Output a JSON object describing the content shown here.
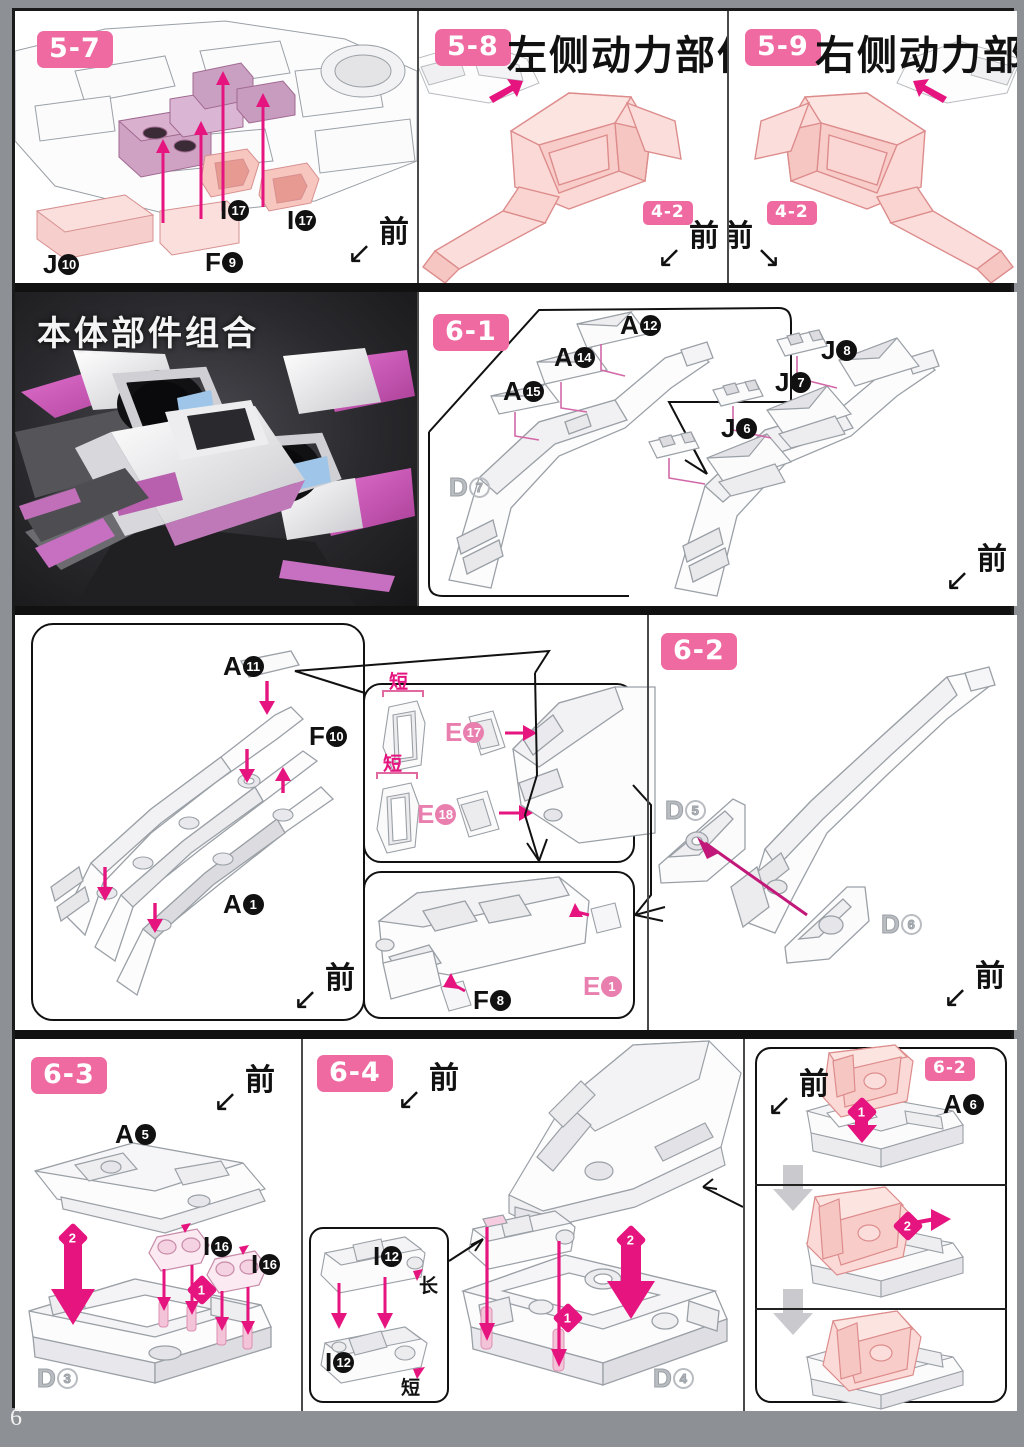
{
  "page": {
    "number": "6",
    "frame_color": "#8d9095",
    "accent_color": "#ef6aa0",
    "arrow_color": "#e5147f"
  },
  "labels": {
    "front": "前",
    "front_arrow_left": "↙",
    "front_arrow_right": "↘",
    "short": "短",
    "long": "长"
  },
  "panels": {
    "p57": {
      "badge": "5-7",
      "parts": [
        {
          "letter": "J",
          "num": "10"
        },
        {
          "letter": "F",
          "num": "9"
        },
        {
          "letter": "I",
          "num": "17"
        },
        {
          "letter": "I",
          "num": "17"
        }
      ],
      "front": "前"
    },
    "p58": {
      "badge": "5-8",
      "title": "左侧动力部件",
      "ref_badge": "4-2",
      "front": "前"
    },
    "p59": {
      "badge": "5-9",
      "title": "右侧动力部件",
      "ref_badge": "4-2",
      "front": "前"
    },
    "photo": {
      "title": "本体部件组合"
    },
    "p61": {
      "badge": "6-1",
      "parts_left": [
        {
          "letter": "A",
          "num": "15"
        },
        {
          "letter": "A",
          "num": "14"
        },
        {
          "letter": "A",
          "num": "12"
        }
      ],
      "parts_right": [
        {
          "letter": "J",
          "num": "6"
        },
        {
          "letter": "J",
          "num": "7"
        },
        {
          "letter": "J",
          "num": "8"
        }
      ],
      "base": {
        "letter": "D",
        "num": "7"
      },
      "front": "前"
    },
    "p62_left": {
      "parts": [
        {
          "letter": "A",
          "num": "11"
        },
        {
          "letter": "F",
          "num": "10"
        },
        {
          "letter": "A",
          "num": "1"
        }
      ],
      "front": "前"
    },
    "p62_mid": {
      "parts": [
        {
          "letter": "E",
          "num": "17",
          "size": "短"
        },
        {
          "letter": "E",
          "num": "18",
          "size": "短"
        },
        {
          "letter": "F",
          "num": "8"
        },
        {
          "letter": "E",
          "num": "1"
        }
      ]
    },
    "p62": {
      "badge": "6-2",
      "parts": [
        {
          "letter": "D",
          "num": "5"
        },
        {
          "letter": "D",
          "num": "6"
        }
      ],
      "front": "前"
    },
    "p63": {
      "badge": "6-3",
      "front": "前",
      "parts": [
        {
          "letter": "A",
          "num": "5"
        },
        {
          "letter": "I",
          "num": "16"
        },
        {
          "letter": "I",
          "num": "16"
        },
        {
          "letter": "D",
          "num": "3"
        }
      ],
      "steps": [
        "1",
        "2"
      ]
    },
    "p64": {
      "badge": "6-4",
      "front": "前",
      "inset_parts": [
        {
          "letter": "I",
          "num": "12",
          "size": "长"
        },
        {
          "letter": "I",
          "num": "12",
          "size": "短"
        }
      ],
      "base": {
        "letter": "D",
        "num": "4"
      },
      "steps": [
        "1",
        "2"
      ]
    },
    "p_seq": {
      "badge": "6-2",
      "front": "前",
      "part": {
        "letter": "A",
        "num": "6"
      },
      "steps": [
        "1",
        "2"
      ]
    }
  }
}
